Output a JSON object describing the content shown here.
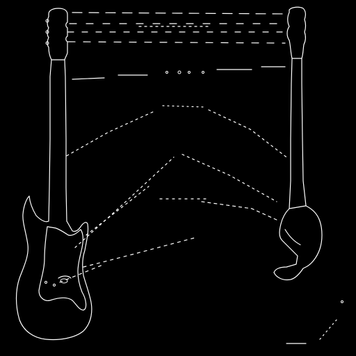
{
  "scene": {
    "description_visible_text": "",
    "colors": {
      "background": "#000000",
      "edges": "#ffffff"
    },
    "objects": [
      {
        "id": "electric-guitar",
        "icon": "guitar-icon"
      },
      {
        "id": "bass-guitar",
        "icon": "bass-guitar-icon"
      },
      {
        "id": "strings",
        "icon": "string-lines-icon"
      }
    ]
  }
}
